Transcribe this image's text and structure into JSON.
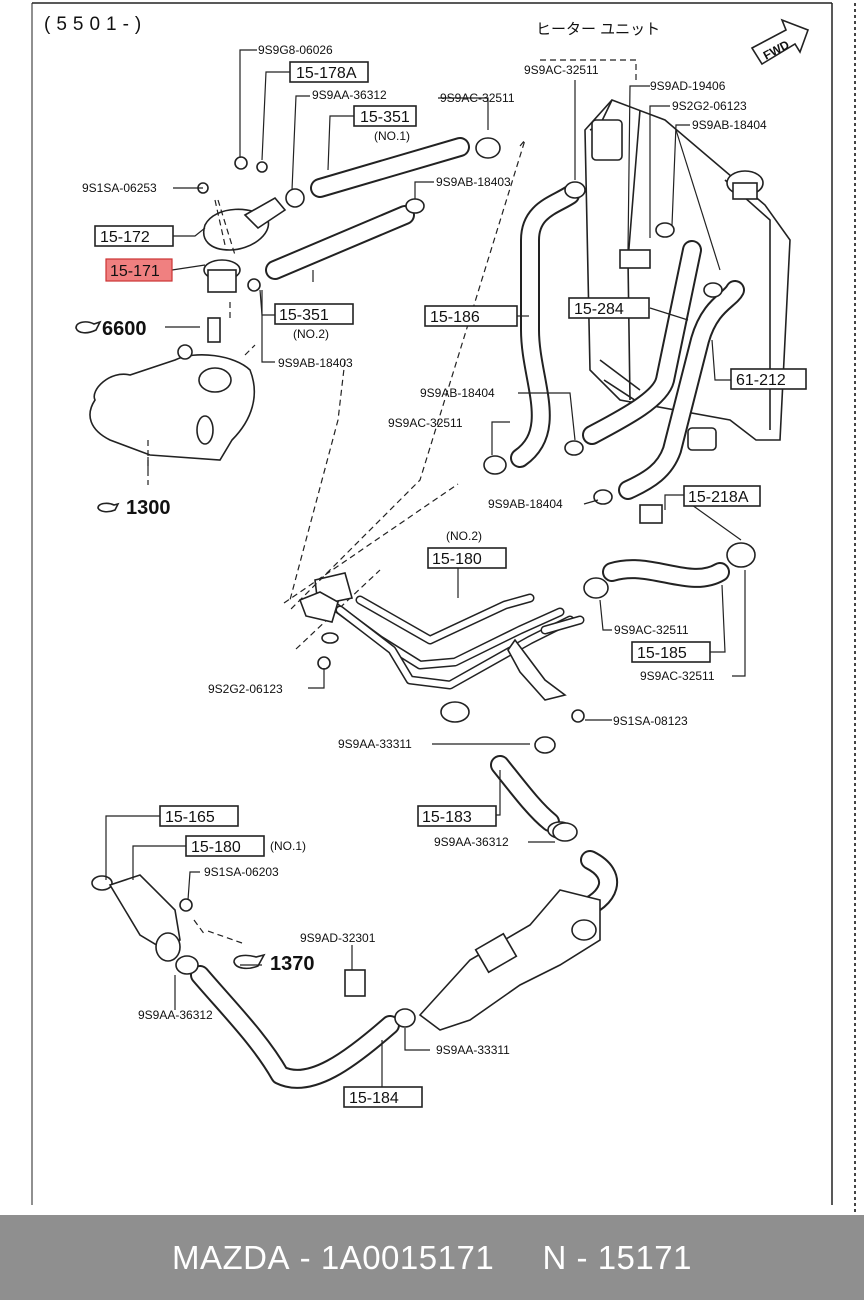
{
  "header": {
    "code": "(5501-)",
    "heater_unit": "ヒーター ユニット",
    "fwd": "FWD"
  },
  "box_labels": {
    "b178a": "15-178A",
    "b351a": "15-351",
    "b172": "15-172",
    "b171": "15-171",
    "b351b": "15-351",
    "b186": "15-186",
    "b284": "15-284",
    "b61212": "61-212",
    "b218a": "15-218A",
    "b180a": "15-180",
    "b185": "15-185",
    "b183": "15-183",
    "b165": "15-165",
    "b180b": "15-180",
    "b184": "15-184"
  },
  "box_notes": {
    "no1_top": "(NO.1)",
    "no2_mid": "(NO.2)",
    "no2_pipe": "(NO.2)",
    "no1_pipe": "(NO.1)"
  },
  "part_numbers": {
    "p1": "9S9G8-06026",
    "p2": "9S9AA-36312",
    "p3": "9S9AC-32511",
    "p4": "9S1SA-06253",
    "p5": "9S9AB-18403",
    "p6": "9S9AB-18403",
    "p7": "9S9AC-32511",
    "p8": "9S9AD-19406",
    "p9": "9S2G2-06123",
    "p10": "9S9AB-18404",
    "p11": "9S9AB-18404",
    "p12": "9S9AC-32511",
    "p13": "9S9AB-18404",
    "p14": "9S9AC-32511",
    "p15": "9S9AC-32511",
    "p16": "9S2G2-06123",
    "p17": "9S1SA-08123",
    "p18": "9S9AA-33311",
    "p19": "9S9AA-36312",
    "p20": "9S1SA-06203",
    "p21": "9S9AD-32301",
    "p22": "9S9AA-36312",
    "p23": "9S9AA-33311"
  },
  "section_refs": {
    "r6600": "6600",
    "r1300": "1300",
    "r1370": "1370"
  },
  "highlight_color": "#f08080",
  "footer": {
    "brand": "MAZDA",
    "part_number": "1A0015171",
    "alt_number": "N - 15171"
  }
}
